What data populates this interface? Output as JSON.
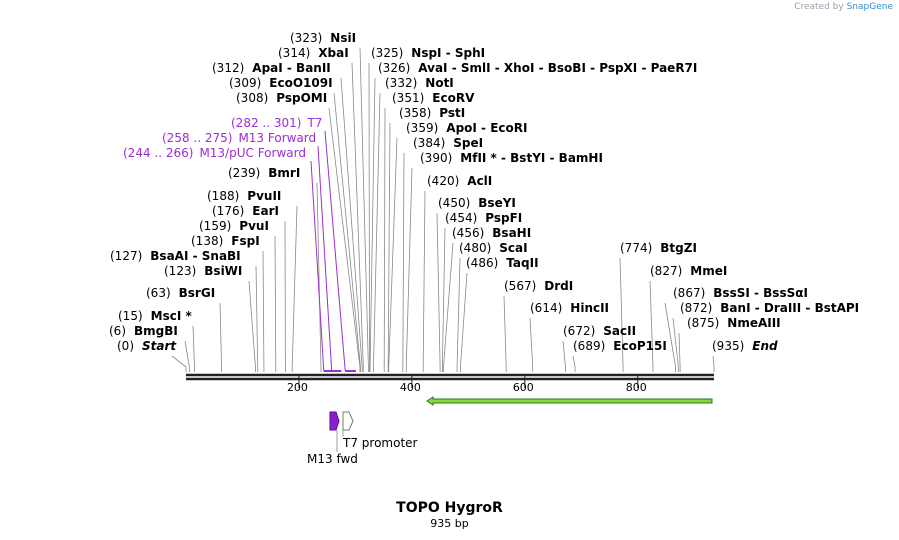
{
  "branding": {
    "created_by": "Created by",
    "app": "SnapGene"
  },
  "sequence": {
    "name": "TOPO HygroR",
    "length_label": "935 bp",
    "length": 935
  },
  "axis": {
    "ticks": [
      200,
      400,
      600,
      800
    ]
  },
  "colors": {
    "enzyme": "#000000",
    "feature": "#9b2fd0",
    "arrow_fill": "#8cd63a",
    "arrow_stroke": "#1d7a1d",
    "primer_fill": "#8a1fd1"
  },
  "enzymes": [
    {
      "pos": 0,
      "label": "Start",
      "italic": true
    },
    {
      "pos": 6,
      "label": "BmgBI"
    },
    {
      "pos": 15,
      "label": "MscI *"
    },
    {
      "pos": 63,
      "label": "BsrGI"
    },
    {
      "pos": 123,
      "label": "BsiWI"
    },
    {
      "pos": 127,
      "label": "BsaAI  -  SnaBI"
    },
    {
      "pos": 138,
      "label": "FspI"
    },
    {
      "pos": 159,
      "label": "PvuI"
    },
    {
      "pos": 176,
      "label": "EarI"
    },
    {
      "pos": 188,
      "label": "PvuII"
    },
    {
      "pos": 239,
      "label": "BmrI"
    },
    {
      "pos": 308,
      "label": "PspOMI"
    },
    {
      "pos": 309,
      "label": "EcoO109I"
    },
    {
      "pos": 312,
      "label": "ApaI  -  BanII"
    },
    {
      "pos": 314,
      "label": "XbaI"
    },
    {
      "pos": 323,
      "label": "NsiI"
    },
    {
      "pos": 325,
      "label": "NspI  -  SphI"
    },
    {
      "pos": 326,
      "label": "AvaI  -  SmlI  -  XhoI  -  BsoBI  -  PspXI  -  PaeR7I"
    },
    {
      "pos": 332,
      "label": "NotI"
    },
    {
      "pos": 351,
      "label": "EcoRV"
    },
    {
      "pos": 358,
      "label": "PstI"
    },
    {
      "pos": 359,
      "label": "ApoI  -  EcoRI"
    },
    {
      "pos": 384,
      "label": "SpeI"
    },
    {
      "pos": 390,
      "label": "MfII *  -  BstYI  -  BamHI"
    },
    {
      "pos": 420,
      "label": "AclI"
    },
    {
      "pos": 450,
      "label": "BseYI"
    },
    {
      "pos": 454,
      "label": "PspFI"
    },
    {
      "pos": 456,
      "label": "BsaHI"
    },
    {
      "pos": 480,
      "label": "ScaI"
    },
    {
      "pos": 486,
      "label": "TaqII"
    },
    {
      "pos": 567,
      "label": "DrdI"
    },
    {
      "pos": 614,
      "label": "HincII"
    },
    {
      "pos": 672,
      "label": "SacII"
    },
    {
      "pos": 689,
      "label": "EcoP15I"
    },
    {
      "pos": 774,
      "label": "BtgZI"
    },
    {
      "pos": 827,
      "label": "MmeI"
    },
    {
      "pos": 867,
      "label": "BssSI  -  BssSαI"
    },
    {
      "pos": 872,
      "label": "BanI  -  DraIII  -  BstAPI"
    },
    {
      "pos": 875,
      "label": "NmeAIII"
    },
    {
      "pos": 935,
      "label": "End",
      "italic": true
    }
  ],
  "primers": [
    {
      "range": "(244 .. 266)",
      "label": "M13/pUC Forward"
    },
    {
      "range": "(258 .. 275)",
      "label": "M13 Forward"
    },
    {
      "range": "(282 .. 301)",
      "label": "T7"
    }
  ],
  "features": {
    "t7_label": "T7 promoter",
    "m13_label": "M13 fwd"
  }
}
